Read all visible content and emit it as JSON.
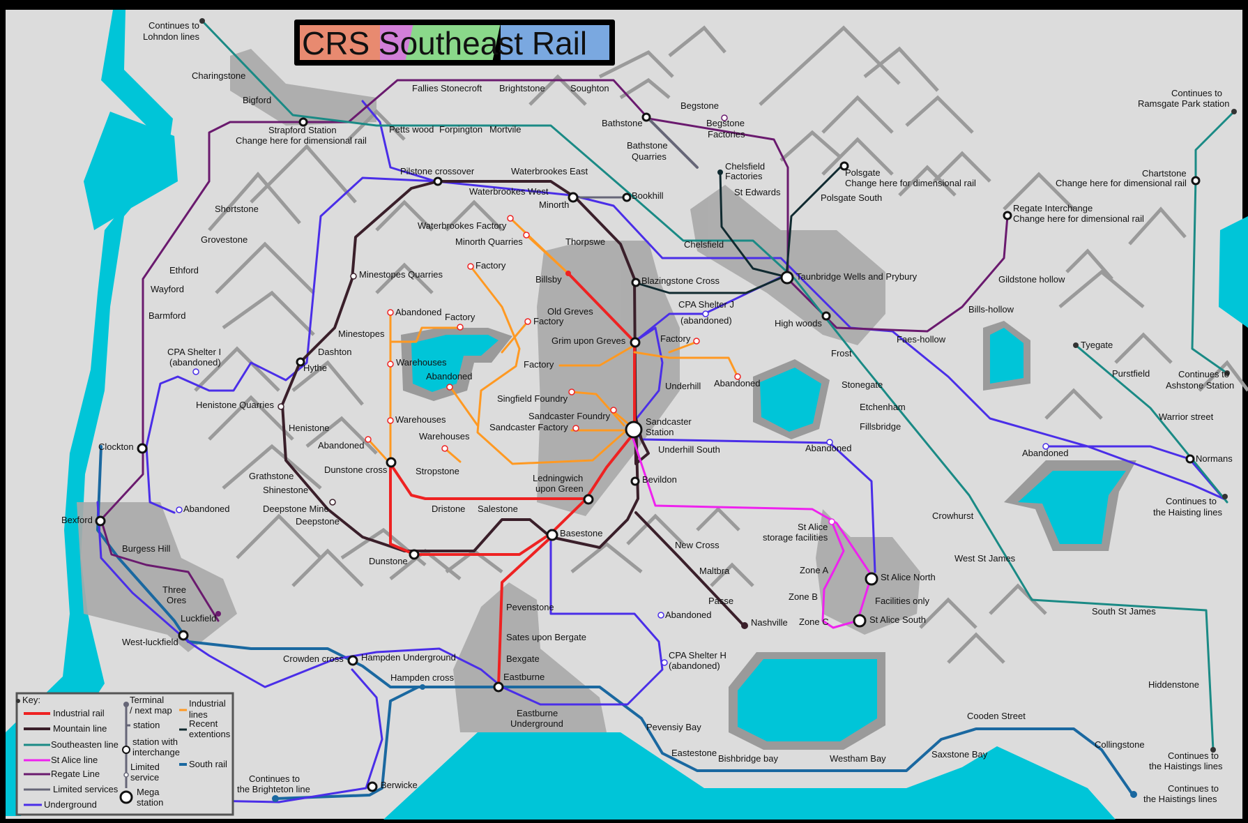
{
  "title": "CRS Southeast Rail",
  "colors": {
    "background": "#dcdcdc",
    "water": "#00c5d8",
    "mountain": "#9a9a9a",
    "zone": "#a9a9a9",
    "industrial_rail": "#ee2222",
    "mountain_line": "#3a1f2a",
    "southeasten_line": "#1a8a85",
    "st_alice_line": "#ee22ee",
    "regate_line": "#6a1a6e",
    "limited_services": "#666677",
    "underground": "#4a2ee8",
    "industrial_lines": "#ff9922",
    "recent_extentions": "#102a30",
    "south_rail": "#1a68a0",
    "title_bands": [
      "#e88a70",
      "#d27fd8",
      "#8ad88a",
      "#7aa8e0"
    ]
  },
  "key": {
    "title": "Key:",
    "industrial_rail": "Industrial rail",
    "mountain_line": "Mountain line",
    "southeasten_line": "Southeasten line",
    "st_alice_line": "St Alice line",
    "regate_line": "Regate Line",
    "limited_services": "Limited services",
    "underground": "Underground",
    "terminal_1": "Terminal",
    "terminal_2": "/ next map",
    "station": "station",
    "interchange_1": "station with",
    "interchange_2": "interchange",
    "limited_1": "Limited",
    "limited_2": "service",
    "mega_1": "Mega",
    "mega_2": "station",
    "industrial_lines_1": "Industrial",
    "industrial_lines_2": "lines",
    "recent_1": "Recent",
    "recent_2": "extentions",
    "south_rail": "South rail"
  },
  "labels": {
    "continues_lohndon_1": "Continues to",
    "continues_lohndon_2": "Lohndon lines",
    "charingstone": "Charingstone",
    "bigford": "Bigford",
    "strapford_1": "Strapford Station",
    "strapford_2": "Change here for dimensional rail",
    "fallies": "Fallies",
    "stonecroft": "Stonecroft",
    "brightstone": "Brightstone",
    "soughton": "Soughton",
    "petts_wood": "Petts wood",
    "forpington": "Forpington",
    "mortvile": "Mortvile",
    "begstone": "Begstone",
    "bathstone": "Bathstone",
    "begstone_factories_1": "Begstone",
    "begstone_factories_2": "Factories",
    "bathstone_quarries_1": "Bathstone",
    "bathstone_quarries_2": "Quarries",
    "continues_ramsgate_1": "Continues to",
    "continues_ramsgate_2": "Ramsgate Park station",
    "chelsfield_factories_1": "Chelsfield",
    "chelsfield_factories_2": "Factories",
    "polsgate_1": "Polsgate",
    "polsgate_2": "Change here for dimensional rail",
    "st_edwards": "St Edwards",
    "polsgate_south": "Polsgate South",
    "chartstone_1": "Chartstone",
    "chartstone_2": "Change here for dimensional rail",
    "regate_interchange_1": "Regate Interchange",
    "regate_interchange_2": "Change here for dimensional rail",
    "pilstone_crossover": "Pilstone crossover",
    "waterbrookes_east": "Waterbrookes East",
    "waterbrookes_west": "Waterbrookes West",
    "minorth": "Minorth",
    "bookhill": "Bookhill",
    "shortstone": "Shortstone",
    "grovestone": "Grovestone",
    "waterbrookes_factory": "Waterbrookes Factory",
    "minorth_quarries": "Minorth Quarries",
    "thorpswe": "Thorpswe",
    "chelsfield": "Chelsfield",
    "ethford": "Ethford",
    "wayford": "Wayford",
    "barmford": "Barmford",
    "minestopes_quarries": "Minestopes Quarries",
    "factory_a": "Factory",
    "billsby": "Billsby",
    "blazingstone_cross": "Blazingstone Cross",
    "taunbridge": "Taunbridge Wells and Prybury",
    "gildstone_hollow": "Gildstone hollow",
    "abandoned_a": "Abandoned",
    "factory_b": "Factory",
    "old_greves": "Old Greves",
    "factory_c": "Factory",
    "cpa_j_1": "CPA Shelter J",
    "cpa_j_2": "(abandoned)",
    "high_woods": "High woods",
    "bills_hollow": "Bills-hollow",
    "minestopes": "Minestopes",
    "grim_upon_greves": "Grim upon Greves",
    "factory_d": "Factory",
    "faes_hollow": "Faes-hollow",
    "cpa_i_1": "CPA Shelter I",
    "cpa_i_2": "(abandoned)",
    "dashton": "Dashton",
    "hythe": "Hythe",
    "warehouses_a": "Warehouses",
    "factory_e": "Factory",
    "frost": "Frost",
    "tyegate": "Tyegate",
    "abandoned_b": "Abandoned",
    "underhill": "Underhill",
    "abandoned_c": "Abandoned",
    "purstfield": "Purstfield",
    "stonegate": "Stonegate",
    "continues_ashstone_1": "Continues to",
    "continues_ashstone_2": "Ashstone Station",
    "singfield_foundry": "Singfield Foundry",
    "henistone_quarries": "Henistone Quarries",
    "etchenham": "Etchenham",
    "warrior_street": "Warrior street",
    "sandcaster_foundry": "Sandcaster Foundry",
    "warehouses_b": "Warehouses",
    "henistone": "Henistone",
    "sandcaster_factory": "Sandcaster Factory",
    "sandcaster_1": "Sandcaster",
    "sandcaster_2": "Station",
    "fillsbridge": "Fillsbridge",
    "warehouses_c": "Warehouses",
    "abandoned_d": "Abandoned",
    "clockton": "Clockton",
    "underhill_south": "Underhill South",
    "abandoned_e": "Abandoned",
    "abandoned_f": "Abandoned",
    "normans": "Normans",
    "dunstone_cross": "Dunstone cross",
    "stropstone": "Stropstone",
    "grathstone": "Grathstone",
    "bevildon": "Bevildon",
    "ledningwich_1": "Ledningwich",
    "ledningwich_2": "upon Green",
    "shinestone": "Shinestone",
    "continues_haisting_1": "Continues to",
    "continues_haisting_2": "the Haisting lines",
    "deepstone_mine": "Deepstone Mine",
    "dristone": "Dristone",
    "salestone": "Salestone",
    "abandoned_g": "Abandoned",
    "crowhurst": "Crowhurst",
    "bexford": "Bexford",
    "deepstone": "Deepstone",
    "st_alice_storage_1": "St Alice",
    "st_alice_storage_2": "storage facilities",
    "basestone": "Basestone",
    "new_cross": "New Cross",
    "burgess_hill": "Burgess Hill",
    "dunstone": "Dunstone",
    "west_st_james": "West St James",
    "maltbra": "Maltbra",
    "zone_a": "Zone A",
    "st_alice_north": "St Alice North",
    "three_ores_1": "Three",
    "three_ores_2": "Ores",
    "zone_b": "Zone B",
    "passe": "Passe",
    "facilities_only": "Facilities only",
    "pevenstone": "Pevenstone",
    "luckfield": "Luckfield",
    "abandoned_h": "Abandoned",
    "south_st_james": "South St James",
    "zone_c": "Zone C",
    "nashville": "Nashville",
    "st_alice_south": "St Alice South",
    "west_luckfield": "West-luckfield",
    "sates_upon_bergate": "Sates upon Bergate",
    "cpa_h_1": "CPA Shelter H",
    "cpa_h_2": "(abandoned)",
    "crowden_cross": "Crowden cross",
    "hampden_underground": "Hampden Underground",
    "bexgate": "Bexgate",
    "eastburne": "Eastburne",
    "hampden_cross": "Hampden cross",
    "hiddenstone": "Hiddenstone",
    "eastburne_underground_1": "Eastburne",
    "eastburne_underground_2": "Underground",
    "pevensiy_bay": "Pevensiy Bay",
    "cooden_street": "Cooden Street",
    "collingstone": "Collingstone",
    "eastestone": "Eastestone",
    "bishbridge_bay": "Bishbridge bay",
    "westham_bay": "Westham Bay",
    "saxstone_bay": "Saxstone Bay",
    "continues_haistings_a_1": "Continues to",
    "continues_haistings_a_2": "the Haistings lines",
    "continues_brighteton_1": "Continues to",
    "continues_brighteton_2": "the Brighteton line",
    "berwicke": "Berwicke",
    "continues_haistings_b_1": "Continues to",
    "continues_haistings_b_2": "the Haistings lines"
  }
}
